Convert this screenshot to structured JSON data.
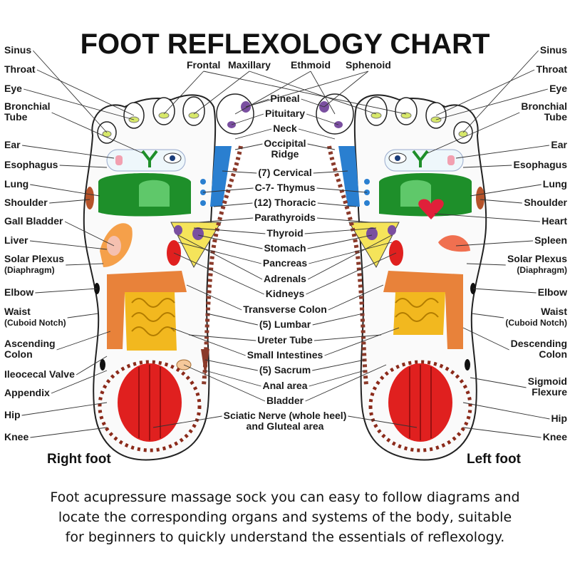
{
  "title": "FOOT REFLEXOLOGY CHART",
  "right_foot_label": "Right foot",
  "left_foot_label": "Left foot",
  "left_labels": [
    [
      "Sinus"
    ],
    [
      "Throat"
    ],
    [
      "Eye"
    ],
    [
      "Bronchial",
      "Tube"
    ],
    [
      "Ear"
    ],
    [
      "Esophagus"
    ],
    [
      "Lung"
    ],
    [
      "Shoulder"
    ],
    [
      "Gall Bladder"
    ],
    [
      "Liver"
    ],
    [
      "Solar Plexus",
      "(Diaphragm)"
    ],
    [
      "Elbow"
    ],
    [
      "Waist",
      "(Cuboid Notch)"
    ],
    [
      "Ascending",
      "Colon"
    ],
    [
      "Ileocecal Valve"
    ],
    [
      "Appendix"
    ],
    [
      "Hip"
    ],
    [
      "Knee"
    ]
  ],
  "right_labels": [
    [
      "Sinus"
    ],
    [
      "Throat"
    ],
    [
      "Eye"
    ],
    [
      "Bronchial",
      "Tube"
    ],
    [
      "Ear"
    ],
    [
      "Esophagus"
    ],
    [
      "Lung"
    ],
    [
      "Shoulder"
    ],
    [
      "Heart"
    ],
    [
      "Spleen"
    ],
    [
      "Solar Plexus",
      "(Diaphragm)"
    ],
    [
      "Elbow"
    ],
    [
      "Waist",
      "(Cuboid Notch)"
    ],
    [
      "Descending",
      "Colon"
    ],
    [
      "Sigmoid",
      "Flexure"
    ],
    [
      "Hip"
    ],
    [
      "Knee"
    ]
  ],
  "top_labels": [
    "Frontal",
    "Maxillary",
    "Ethmoid",
    "Sphenoid"
  ],
  "center_labels": [
    [
      "Pineal"
    ],
    [
      "Pituitary"
    ],
    [
      "Neck"
    ],
    [
      "Occipital",
      "Ridge"
    ],
    [
      "(7) Cervical"
    ],
    [
      "C-7- Thymus"
    ],
    [
      "(12) Thoracic"
    ],
    [
      "Parathyroids"
    ],
    [
      "Thyroid"
    ],
    [
      "Stomach"
    ],
    [
      "Pancreas"
    ],
    [
      "Adrenals"
    ],
    [
      "Kidneys"
    ],
    [
      "Transverse Colon"
    ],
    [
      "(5) Lumbar"
    ],
    [
      "Ureter Tube"
    ],
    [
      "Small Intestines"
    ],
    [
      "(5) Sacrum"
    ],
    [
      "Anal area"
    ],
    [
      "Bladder"
    ],
    [
      "Sciatic Nerve (whole heel)",
      "and Gluteal area"
    ]
  ],
  "caption": [
    "Foot acupressure massage sock you can easy to follow diagrams and",
    "locate the corresponding organs and systems of the body, suitable",
    "for beginners to quickly understand the essentials of reflexology."
  ],
  "colors": {
    "lung": "#1e8f2a",
    "colon": "#e8823a",
    "intestine": "#f2b81f",
    "heel": "#e0201f",
    "spine": "#8b3a2a",
    "cervical": "#2a7fd0",
    "thyroid": "#f5e45a",
    "heart": "#e0203a",
    "liver": "#f5a04a"
  }
}
